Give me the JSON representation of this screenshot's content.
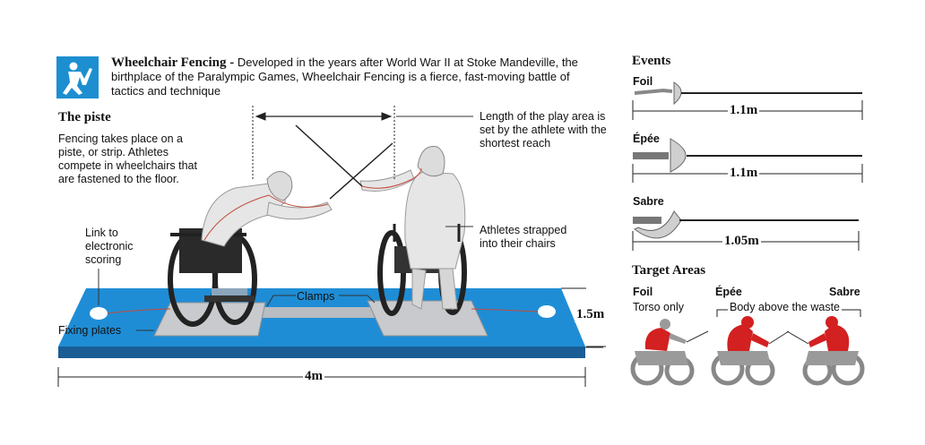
{
  "header": {
    "title": "Wheelchair Fencing -",
    "intro": "Developed in the years after World War II at Stoke Mandeville, the birthplace of the Paralympic Games, Wheelchair Fencing is a fierce, fast-moving battle of tactics and technique"
  },
  "piste": {
    "heading": "The piste",
    "description": "Fencing takes place on a piste, or strip. Athletes compete in wheelchairs that are fastened to the floor.",
    "labels": {
      "link": "Link to electronic scoring",
      "clamps": "Clamps",
      "fixing": "Fixing plates",
      "length": "Length of the play area is set by the athlete with the shortest reach",
      "strapped": "Athletes strapped into their chairs"
    },
    "width": "1.5m",
    "length": "4m"
  },
  "events": {
    "heading": "Events",
    "items": [
      {
        "name": "Foil",
        "length": "1.1m"
      },
      {
        "name": "Épée",
        "length": "1.1m"
      },
      {
        "name": "Sabre",
        "length": "1.05m"
      }
    ]
  },
  "target": {
    "heading": "Target Areas",
    "foil": "Foil",
    "foil_desc": "Torso only",
    "epee": "Épée",
    "sabre": "Sabre",
    "body_desc": "Body above the waste"
  },
  "colors": {
    "piste_blue": "#1f8dd6",
    "piste_dark": "#1a5d94",
    "target_red": "#d32020",
    "icon_blue": "#1d8fd1"
  }
}
